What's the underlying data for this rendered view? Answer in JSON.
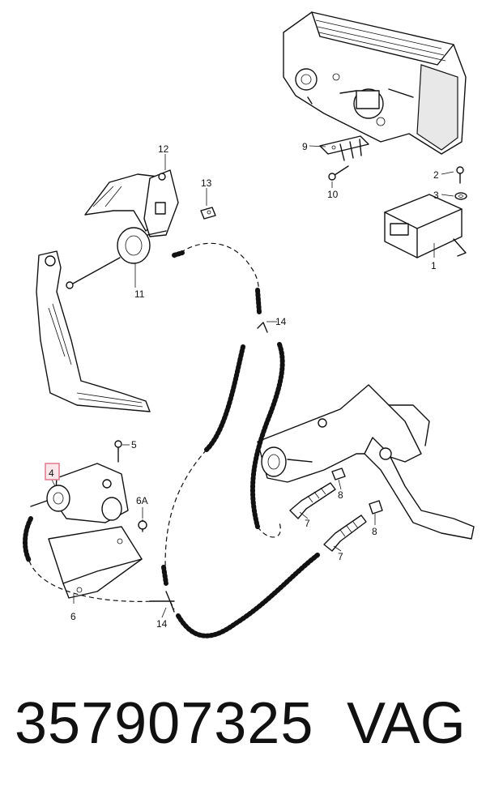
{
  "diagram": {
    "callouts": [
      "1",
      "2",
      "3",
      "4",
      "5",
      "6",
      "6A",
      "7",
      "7",
      "8",
      "8",
      "9",
      "10",
      "11",
      "12",
      "13",
      "14",
      "14"
    ],
    "highlighted_callout": "4",
    "highlight_color": "#e07a8c"
  },
  "footer": {
    "part_number": "357907325",
    "brand": "VAG"
  }
}
